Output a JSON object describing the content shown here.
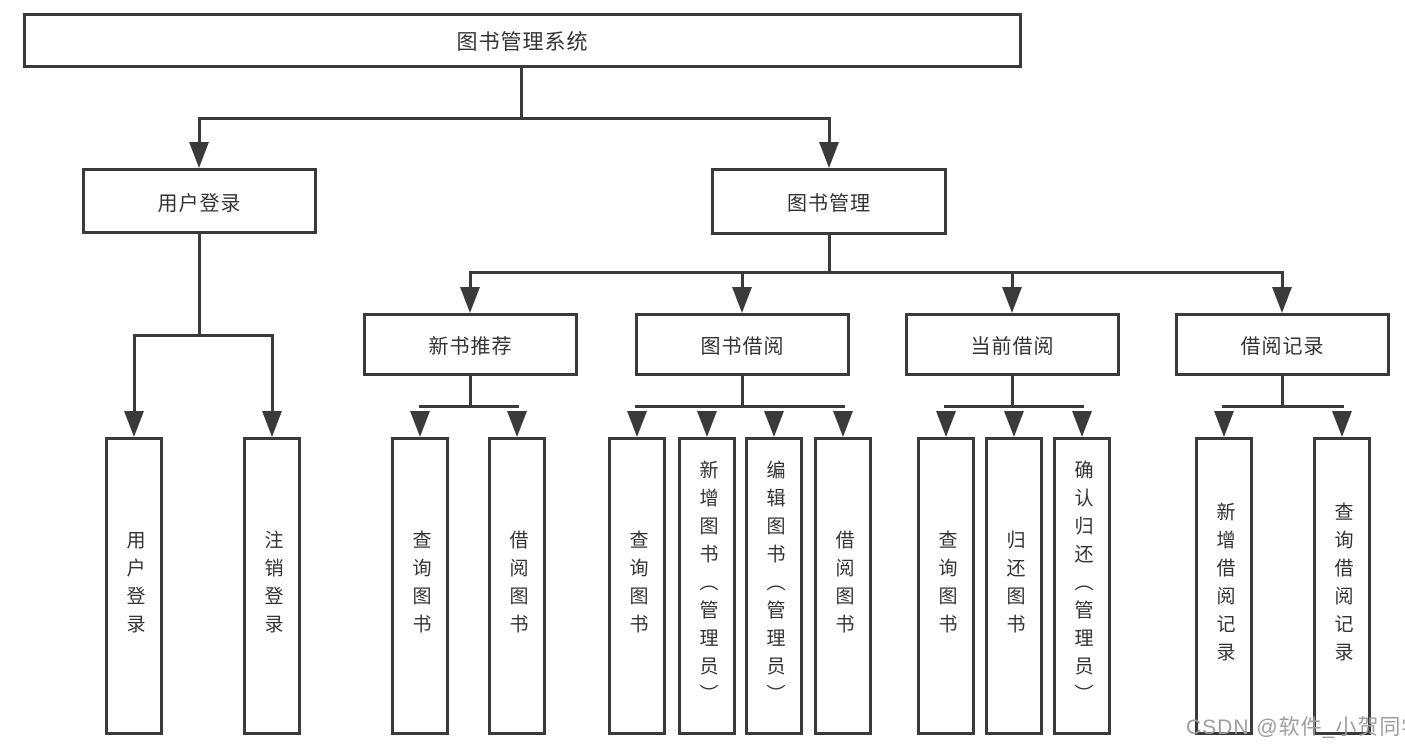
{
  "nodes": {
    "root": "图书管理系统",
    "user_login": "用户登录",
    "book_mgmt": "图书管理",
    "new_book_rec": "新书推荐",
    "book_borrow": "图书借阅",
    "current_borrow": "当前借阅",
    "borrow_records": "借阅记录",
    "ul_login": "用户登录",
    "ul_logout": "注销登录",
    "nb_query": "查询图书",
    "nb_borrow": "借阅图书",
    "bb_query": "查询图书",
    "bb_add": "新增图书（管理员）",
    "bb_edit": "编辑图书（管理员）",
    "bb_borrow": "借阅图书",
    "cb_query": "查询图书",
    "cb_return": "归还图书",
    "cb_confirm": "确认归还（管理员）",
    "br_add": "新增借阅记录",
    "br_query": "查询借阅记录"
  },
  "watermark": "CSDN @软件_小贺同学",
  "colors": {
    "line": "#3a3a3a",
    "text": "#333333",
    "watermark": "#9e9e9e",
    "background": "#ffffff"
  }
}
